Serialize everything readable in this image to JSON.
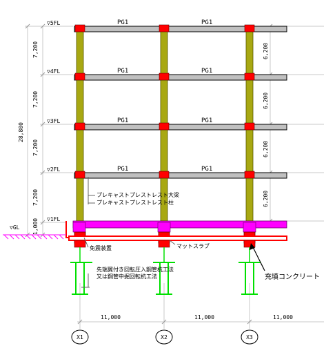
{
  "floors": {
    "f5": "▽5FL",
    "f4": "▽4FL",
    "f3": "▽3FL",
    "f2": "▽2FL",
    "f1": "▽1FL",
    "gl": "▽GL"
  },
  "beam_label": "PG1",
  "left_dims": {
    "d54": "7,200",
    "d43": "7,200",
    "d32": "7,200",
    "d21": "7,200",
    "d1gl": "1,000",
    "total": "28,800"
  },
  "right_dims": {
    "d54": "6,200",
    "d43": "6,200",
    "d32": "6,200",
    "d21": "6,200"
  },
  "bottom_dims": {
    "x1x2": "11,000",
    "x2x3": "11,000",
    "x3right": "11,000"
  },
  "grid_labels": {
    "x1": "X1",
    "x2": "X2",
    "x3": "X3"
  },
  "annotations": {
    "precast_beam": "プレキャストプレストレスト大梁",
    "precast_column": "プレキャストプレストレスト柱",
    "isolator": "免震装置",
    "mat_slab": "マットスラブ",
    "pile_line1": "先端翼付き回転圧入鋼管杭工法",
    "pile_line2": "又は鋼管中掘回転杭工法",
    "filled_concrete": "充填コンクリート"
  },
  "colors": {
    "column": "#a8a812",
    "beam": "#c0c0c0",
    "joint": "#ff0000",
    "base": "#ff00ff",
    "pile": "#00ff00",
    "dim_line": "#c8c8c8",
    "ground": "#ff00ff"
  }
}
